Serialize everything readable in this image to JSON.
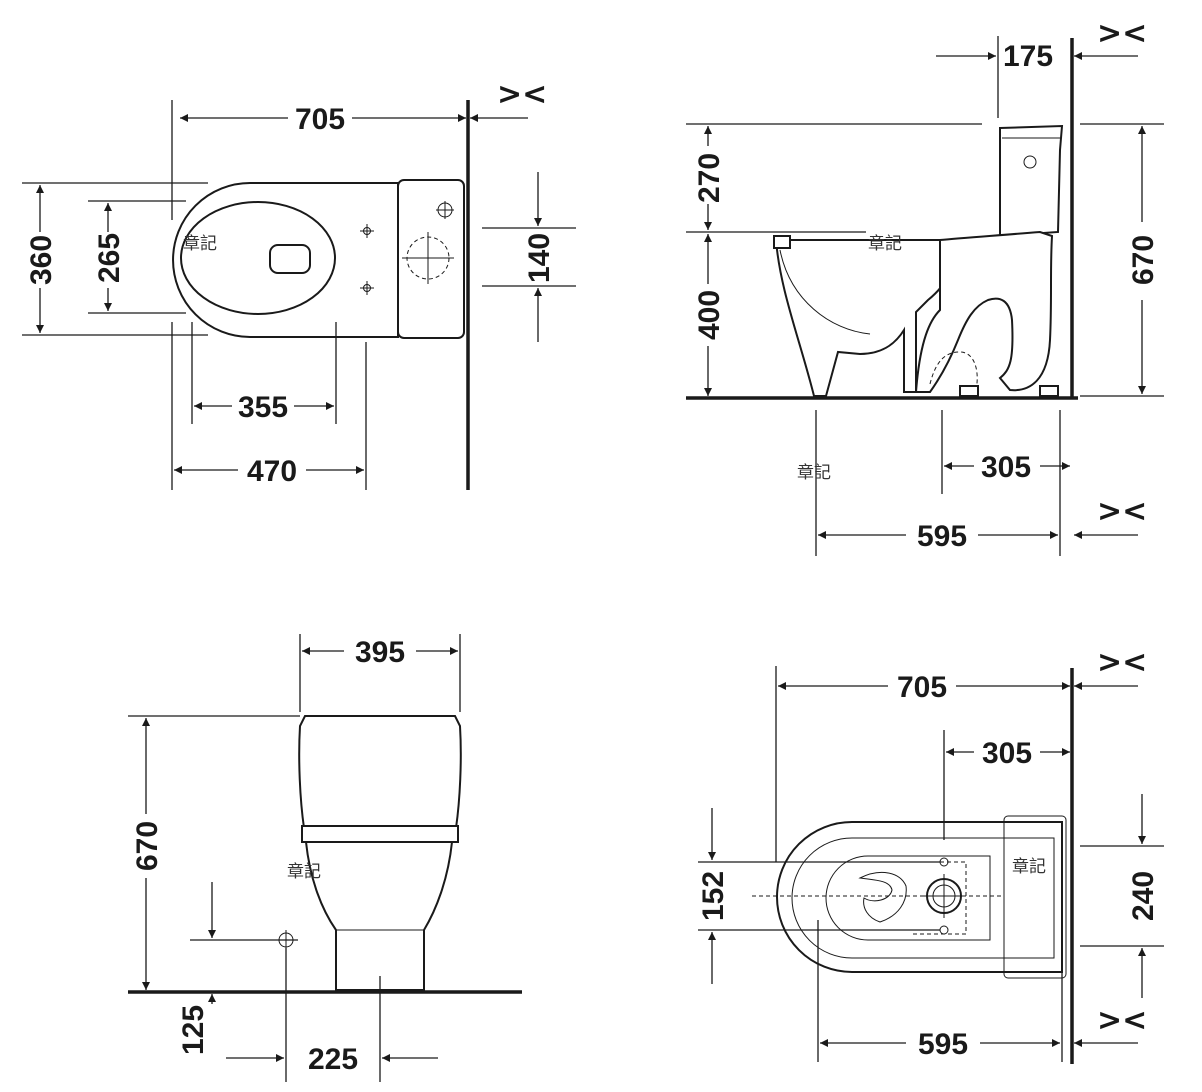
{
  "views": {
    "top": {
      "dims": {
        "length": "705",
        "width": "360",
        "seat_width": "265",
        "tank_depth": "140",
        "bowl_center": "355",
        "front_to_fixing": "470"
      },
      "wall_mark": "><",
      "watermark": "章記"
    },
    "side": {
      "dims": {
        "offset": "175",
        "tank_height": "270",
        "seat_height": "400",
        "total_height": "670",
        "outlet": "305",
        "base_length": "595"
      },
      "wall_mark_top": "><",
      "wall_mark_bottom": "><",
      "watermark_a": "章記",
      "watermark_b": "章記"
    },
    "front": {
      "dims": {
        "tank_width": "395",
        "total_height": "670",
        "water_inlet": "125",
        "base_width": "225"
      },
      "watermark": "章記"
    },
    "bottom": {
      "dims": {
        "length": "705",
        "outlet": "305",
        "offset": "152",
        "width": "240",
        "base_length": "595"
      },
      "wall_mark_top": "><",
      "wall_mark_bottom": "><",
      "watermark": "章記"
    }
  }
}
